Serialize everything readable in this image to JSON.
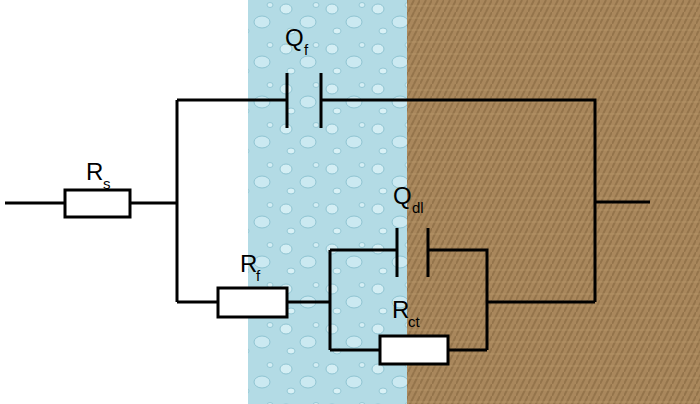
{
  "diagram": {
    "labels": [
      "R",
      "s",
      "Q",
      "f",
      "R",
      "f",
      "Q",
      "dl",
      "R",
      "ct"
    ]
  }
}
